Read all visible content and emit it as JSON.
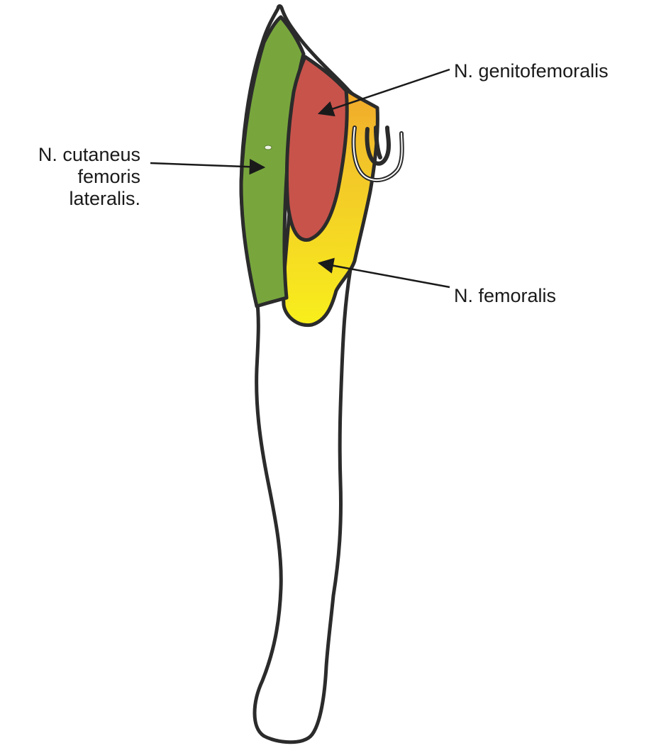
{
  "labels": {
    "genitofemoralis": "N. genitofemoralis",
    "femoralis": "N. femoralis",
    "cutaneus_lines": [
      "N. cutaneus",
      "femoris",
      "lateralis."
    ]
  },
  "regions": [
    {
      "name": "N. cutaneus femoris lateralis",
      "color": "#77a53c"
    },
    {
      "name": "N. genitofemoralis",
      "color": "#c9524a"
    },
    {
      "name": "N. femoralis",
      "color": "#f2e11a"
    }
  ],
  "colors": {
    "outline": "#2b2b2b",
    "leg_fill": "#ffffff",
    "femoralis_gradient_top": "#f0a52a",
    "femoralis_gradient_bottom": "#f7ee20"
  }
}
